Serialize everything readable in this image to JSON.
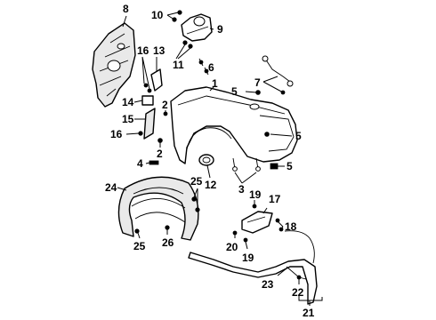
{
  "callouts": {
    "c1": "1",
    "c2a": "2",
    "c2b": "2",
    "c3": "3",
    "c4": "4",
    "c5a": "5",
    "c5b": "5",
    "c5c": "5",
    "c6": "6",
    "c7": "7",
    "c8": "8",
    "c9": "9",
    "c10": "10",
    "c11": "11",
    "c12": "12",
    "c13": "13",
    "c14": "14",
    "c15": "15",
    "c16a": "16",
    "c16b": "16",
    "c17": "17",
    "c18": "18",
    "c19a": "19",
    "c19b": "19",
    "c20": "20",
    "c21": "21",
    "c22": "22",
    "c23": "23",
    "c24": "24",
    "c25a": "25",
    "c25b": "25",
    "c26": "26"
  }
}
